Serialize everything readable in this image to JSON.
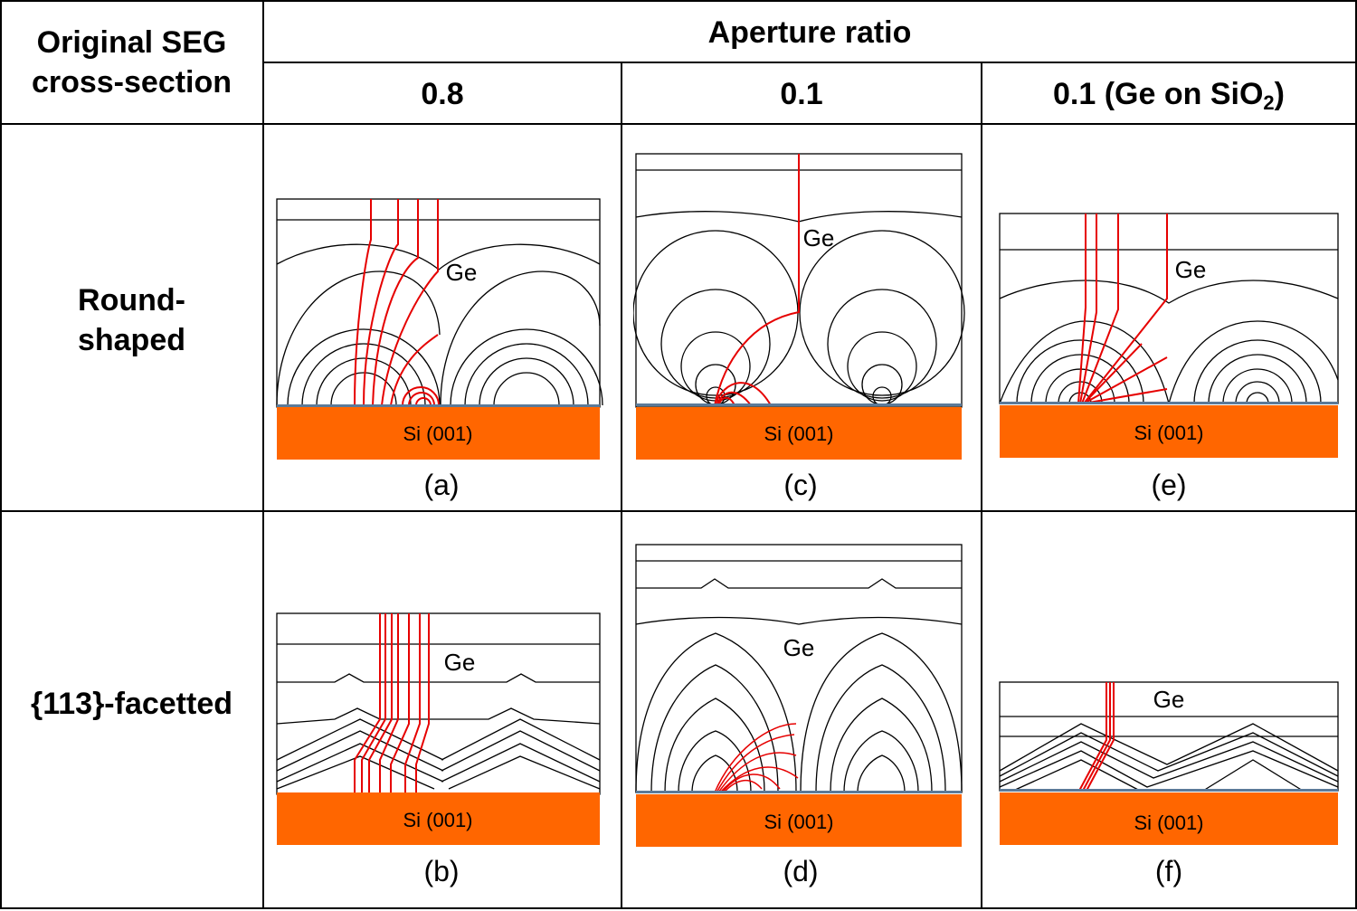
{
  "headers": {
    "corner_line1": "Original SEG",
    "corner_line2": "cross-section",
    "group": "Aperture ratio",
    "col1": "0.8",
    "col2": "0.1",
    "col3_main": "0.1 (Ge on SiO",
    "col3_sub": "2",
    "col3_close": ")"
  },
  "rows": {
    "row1_line1": "Round-",
    "row1_line2": "shaped",
    "row2": "{113}-facetted"
  },
  "labels": {
    "ge": "Ge",
    "substrate": "Si (001)"
  },
  "captions": {
    "a": "(a)",
    "b": "(b)",
    "c": "(c)",
    "d": "(d)",
    "e": "(e)",
    "f": "(f)"
  },
  "colors": {
    "substrate": "#FF6600",
    "dislocation": "#E60000",
    "mask": "#5B7A99",
    "line": "#000000"
  }
}
